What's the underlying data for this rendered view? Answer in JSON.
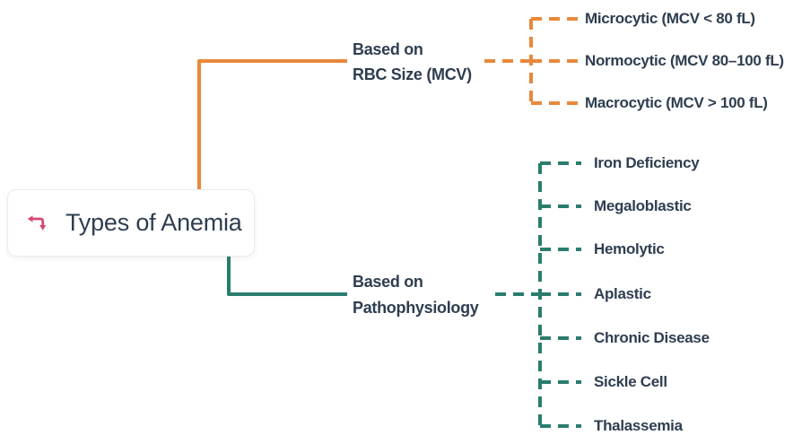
{
  "colors": {
    "orange": "#E8893B",
    "teal": "#2A7D6E",
    "ink": "#2E3E50",
    "pink": "#D54A6E",
    "node_bg": "#FFFFFF",
    "node_border": "#EBEBEB"
  },
  "root": {
    "title": "Types of Anemia"
  },
  "branches": [
    {
      "label_line1": "Based on",
      "label_line2": "RBC Size (MCV)",
      "color": "#E8893B",
      "items": [
        "Microcytic (MCV < 80 fL)",
        "Normocytic (MCV 80–100 fL)",
        "Macrocytic (MCV > 100 fL)"
      ]
    },
    {
      "label_line1": "Based on",
      "label_line2": "Pathophysiology",
      "color": "#2A7D6E",
      "items": [
        "Iron Deficiency",
        "Megaloblastic",
        "Hemolytic",
        "Aplastic",
        "Chronic Disease",
        "Sickle Cell",
        "Thalassemia"
      ]
    }
  ]
}
